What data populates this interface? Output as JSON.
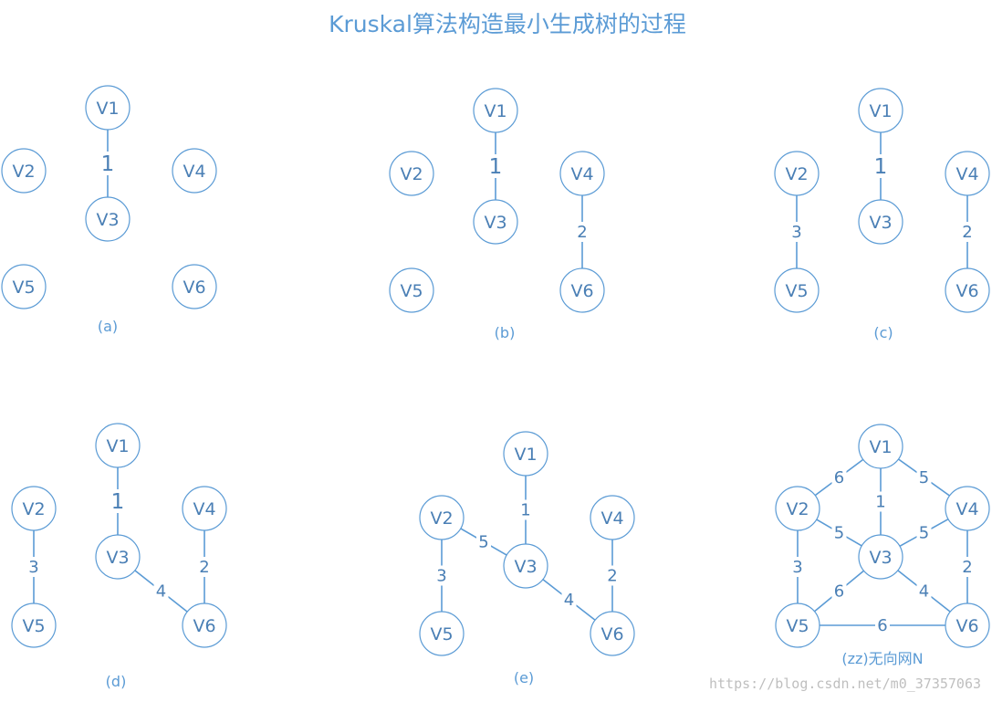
{
  "title": "Kruskal算法构造最小生成树的过程",
  "watermark": "https://blog.csdn.net/m0_37357063",
  "panels": [
    {
      "id": "a",
      "caption": "(a)",
      "nodes": [
        {
          "id": "V1",
          "label": "V1"
        },
        {
          "id": "V2",
          "label": "V2"
        },
        {
          "id": "V3",
          "label": "V3"
        },
        {
          "id": "V4",
          "label": "V4"
        },
        {
          "id": "V5",
          "label": "V5"
        },
        {
          "id": "V6",
          "label": "V6"
        }
      ],
      "edges": [
        {
          "from": "V1",
          "to": "V3",
          "weight": "1"
        }
      ]
    },
    {
      "id": "b",
      "caption": "(b)",
      "nodes": [
        {
          "id": "V1",
          "label": "V1"
        },
        {
          "id": "V2",
          "label": "V2"
        },
        {
          "id": "V3",
          "label": "V3"
        },
        {
          "id": "V4",
          "label": "V4"
        },
        {
          "id": "V5",
          "label": "V5"
        },
        {
          "id": "V6",
          "label": "V6"
        }
      ],
      "edges": [
        {
          "from": "V1",
          "to": "V3",
          "weight": "1"
        },
        {
          "from": "V4",
          "to": "V6",
          "weight": "2"
        }
      ]
    },
    {
      "id": "c",
      "caption": "(c)",
      "nodes": [
        {
          "id": "V1",
          "label": "V1"
        },
        {
          "id": "V2",
          "label": "V2"
        },
        {
          "id": "V3",
          "label": "V3"
        },
        {
          "id": "V4",
          "label": "V4"
        },
        {
          "id": "V5",
          "label": "V5"
        },
        {
          "id": "V6",
          "label": "V6"
        }
      ],
      "edges": [
        {
          "from": "V1",
          "to": "V3",
          "weight": "1"
        },
        {
          "from": "V4",
          "to": "V6",
          "weight": "2"
        },
        {
          "from": "V2",
          "to": "V5",
          "weight": "3"
        }
      ]
    },
    {
      "id": "d",
      "caption": "(d)",
      "nodes": [
        {
          "id": "V1",
          "label": "V1"
        },
        {
          "id": "V2",
          "label": "V2"
        },
        {
          "id": "V3",
          "label": "V3"
        },
        {
          "id": "V4",
          "label": "V4"
        },
        {
          "id": "V5",
          "label": "V5"
        },
        {
          "id": "V6",
          "label": "V6"
        }
      ],
      "edges": [
        {
          "from": "V1",
          "to": "V3",
          "weight": "1"
        },
        {
          "from": "V4",
          "to": "V6",
          "weight": "2"
        },
        {
          "from": "V2",
          "to": "V5",
          "weight": "3"
        },
        {
          "from": "V3",
          "to": "V6",
          "weight": "4"
        }
      ]
    },
    {
      "id": "e",
      "caption": "(e)",
      "nodes": [
        {
          "id": "V1",
          "label": "V1"
        },
        {
          "id": "V2",
          "label": "V2"
        },
        {
          "id": "V3",
          "label": "V3"
        },
        {
          "id": "V4",
          "label": "V4"
        },
        {
          "id": "V5",
          "label": "V5"
        },
        {
          "id": "V6",
          "label": "V6"
        }
      ],
      "edges": [
        {
          "from": "V1",
          "to": "V3",
          "weight": "1"
        },
        {
          "from": "V4",
          "to": "V6",
          "weight": "2"
        },
        {
          "from": "V2",
          "to": "V5",
          "weight": "3"
        },
        {
          "from": "V3",
          "to": "V6",
          "weight": "4"
        },
        {
          "from": "V2",
          "to": "V3",
          "weight": "5"
        }
      ]
    },
    {
      "id": "zz",
      "caption": "(zz)无向网N",
      "nodes": [
        {
          "id": "V1",
          "label": "V1"
        },
        {
          "id": "V2",
          "label": "V2"
        },
        {
          "id": "V3",
          "label": "V3"
        },
        {
          "id": "V4",
          "label": "V4"
        },
        {
          "id": "V5",
          "label": "V5"
        },
        {
          "id": "V6",
          "label": "V6"
        }
      ],
      "edges": [
        {
          "from": "V1",
          "to": "V2",
          "weight": "6"
        },
        {
          "from": "V1",
          "to": "V3",
          "weight": "1"
        },
        {
          "from": "V1",
          "to": "V4",
          "weight": "5"
        },
        {
          "from": "V2",
          "to": "V3",
          "weight": "5"
        },
        {
          "from": "V3",
          "to": "V4",
          "weight": "5"
        },
        {
          "from": "V2",
          "to": "V5",
          "weight": "3"
        },
        {
          "from": "V4",
          "to": "V6",
          "weight": "2"
        },
        {
          "from": "V3",
          "to": "V5",
          "weight": "6"
        },
        {
          "from": "V3",
          "to": "V6",
          "weight": "4"
        },
        {
          "from": "V5",
          "to": "V6",
          "weight": "6"
        }
      ]
    }
  ]
}
